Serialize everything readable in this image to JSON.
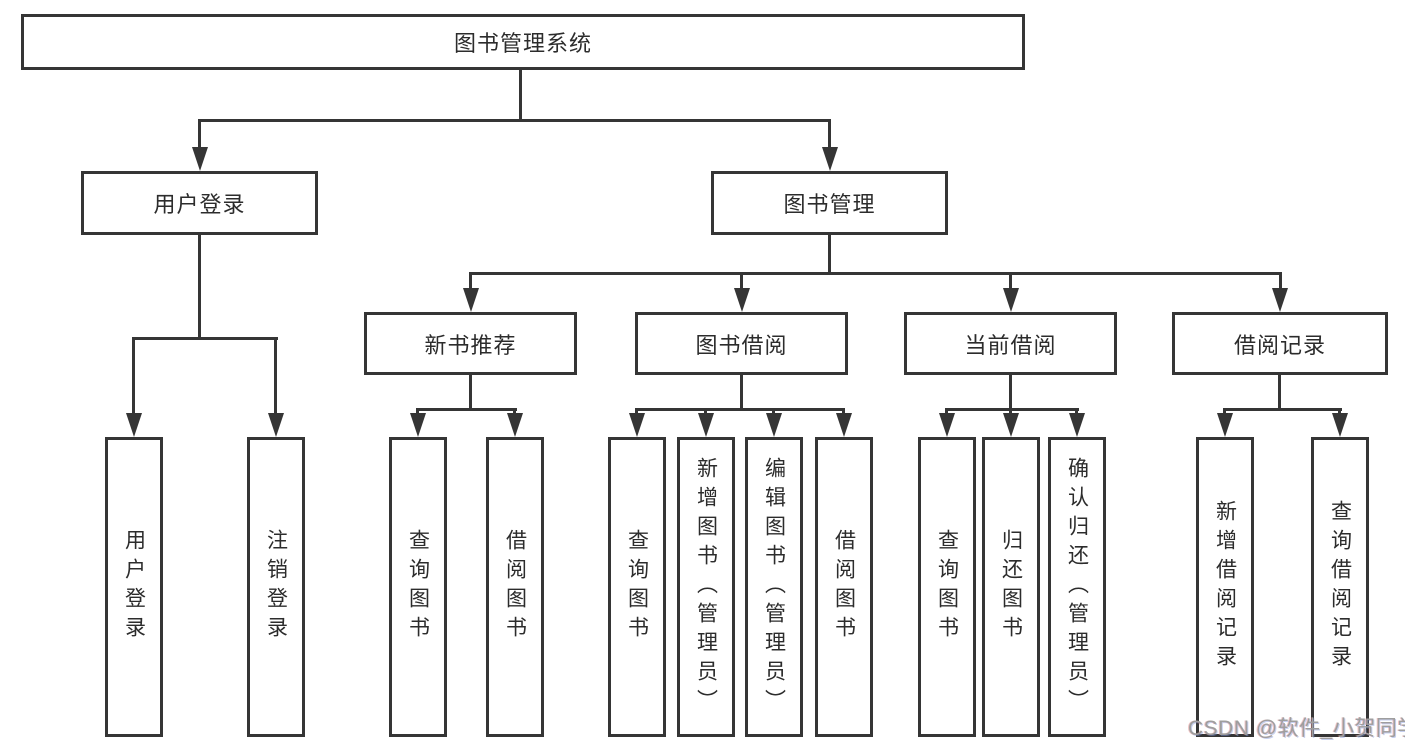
{
  "diagram": {
    "root": {
      "label": "图书管理系统",
      "children": [
        {
          "label": "用户登录",
          "children": [
            {
              "label": "用户登录"
            },
            {
              "label": "注销登录"
            }
          ]
        },
        {
          "label": "图书管理",
          "children": [
            {
              "label": "新书推荐",
              "children": [
                {
                  "label": "查询图书"
                },
                {
                  "label": "借阅图书"
                }
              ]
            },
            {
              "label": "图书借阅",
              "children": [
                {
                  "label": "查询图书"
                },
                {
                  "label": "新增图书（管理员）"
                },
                {
                  "label": "编辑图书（管理员）"
                },
                {
                  "label": "借阅图书"
                }
              ]
            },
            {
              "label": "当前借阅",
              "children": [
                {
                  "label": "查询图书"
                },
                {
                  "label": "归还图书"
                },
                {
                  "label": "确认归还（管理员）"
                }
              ]
            },
            {
              "label": "借阅记录",
              "children": [
                {
                  "label": "新增借阅记录"
                },
                {
                  "label": "查询借阅记录"
                }
              ]
            }
          ]
        }
      ]
    },
    "watermark": "CSDN @软件_小贺同学",
    "colors": {
      "line": "#353535",
      "text": "#2c2c2c",
      "background": "#ffffff",
      "watermark": "#9e9e9e"
    }
  }
}
